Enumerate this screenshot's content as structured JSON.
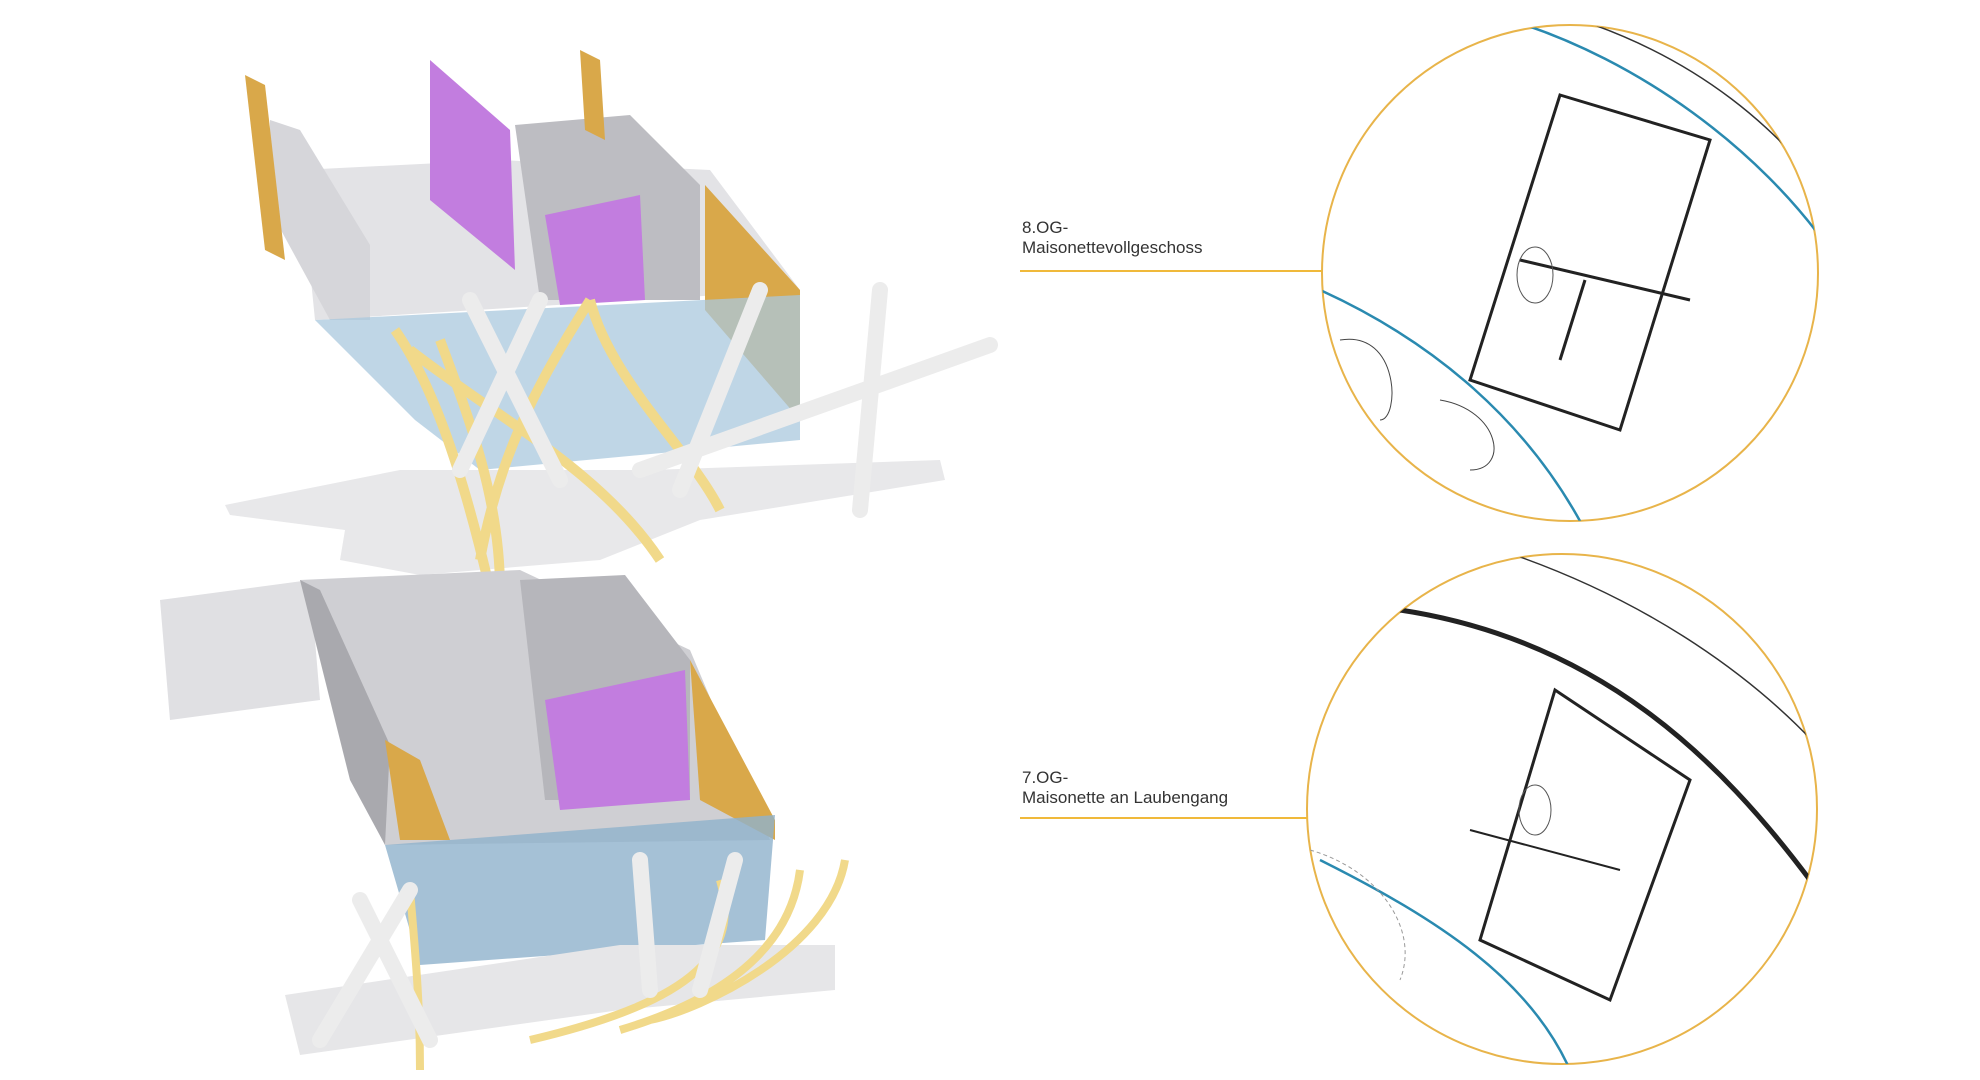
{
  "labels": [
    {
      "level": "8.OG-",
      "name": "Maisonettevollgeschoss"
    },
    {
      "level": "7.OG-",
      "name": "Maisonette an Laubengang"
    }
  ],
  "colors": {
    "leader_line": "#f0b93a",
    "circle": "#e8b44a",
    "facade_blue": "#2a8ab0",
    "wall_purple": "#c27ddf",
    "wall_gold": "#d9a84a",
    "tubes_yellow": "#f1d98a",
    "tubes_white": "#ececec"
  }
}
